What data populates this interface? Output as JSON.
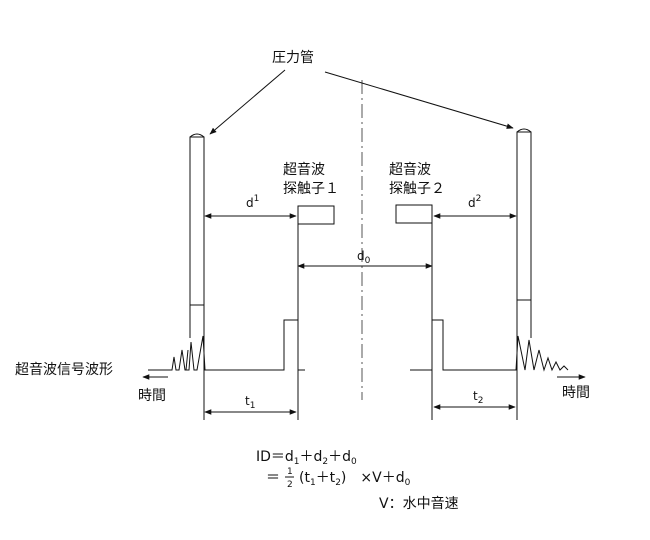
{
  "pressure_tube_label": "圧力管",
  "probe1": {
    "line1": "超音波",
    "line2": "探触子１"
  },
  "probe2": {
    "line1": "超音波",
    "line2": "探触子２"
  },
  "d1": {
    "base": "d",
    "sup": "1"
  },
  "d2": {
    "base": "d",
    "sup": "2"
  },
  "d0": {
    "base": "d",
    "sub": "0"
  },
  "waveform_label": "超音波信号波形",
  "time_left": "時間",
  "time_right": "時間",
  "t1": {
    "base": "t",
    "sub": "1"
  },
  "t2": {
    "base": "t",
    "sub": "2"
  },
  "formula": {
    "line1": {
      "a": "ID＝d",
      "b": "1",
      "c": "＋d",
      "d": "2",
      "e": "＋d",
      "f": "0"
    },
    "line2": {
      "a": "＝",
      "num": "1",
      "den": "2",
      "b": "(t",
      "c": "1",
      "d": "＋t",
      "e": "2",
      "f": ")　×V＋d",
      "g": "0"
    },
    "line3": "V：水中音速"
  }
}
